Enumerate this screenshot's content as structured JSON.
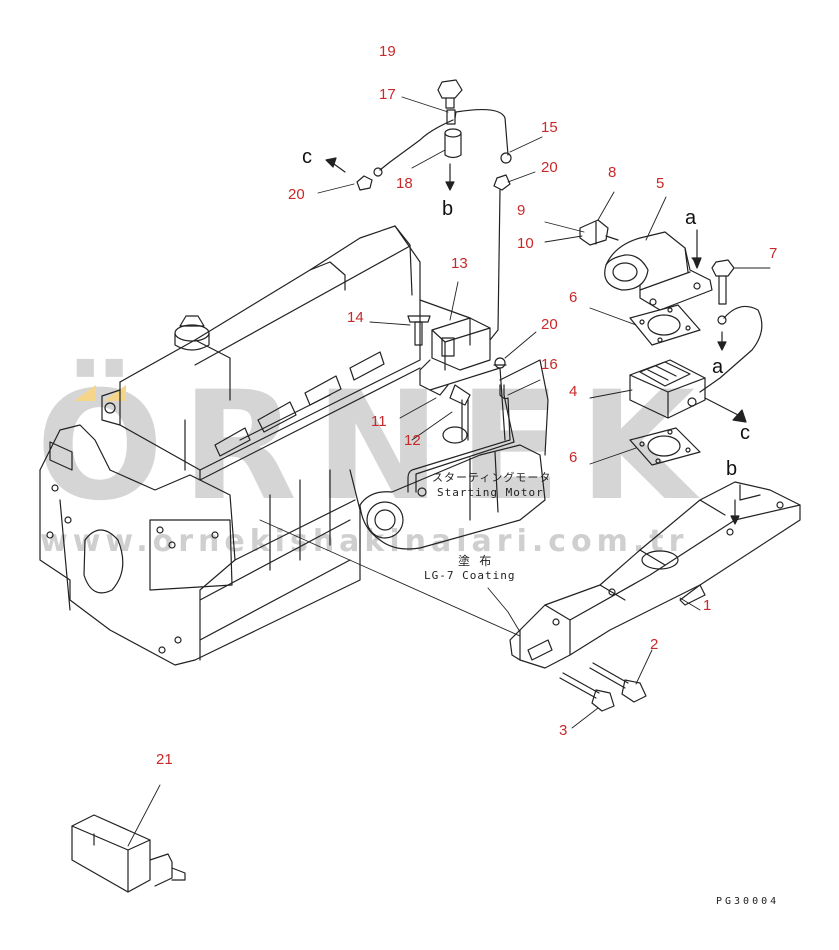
{
  "watermark": {
    "brand": "ÖRNEK",
    "url": "www.ornekishakinalari.com.tr"
  },
  "callouts": [
    "19",
    "17",
    "15",
    "20",
    "18",
    "20",
    "8",
    "5",
    "9",
    "10",
    "a",
    "7",
    "13",
    "14",
    "6",
    "20",
    "16",
    "4",
    "a",
    "c",
    "11",
    "12",
    "6",
    "b",
    "1",
    "2",
    "3",
    "21"
  ],
  "letters": {
    "c_top": "c",
    "b_top": "b",
    "a_right": "a"
  },
  "notes": {
    "starting_motor_jp": "スターティングモータ",
    "starting_motor_en": "Starting Motor",
    "coating_jp": "塗 布",
    "coating_en": "LG-7 Coating"
  },
  "drawing_code": "PG30004"
}
